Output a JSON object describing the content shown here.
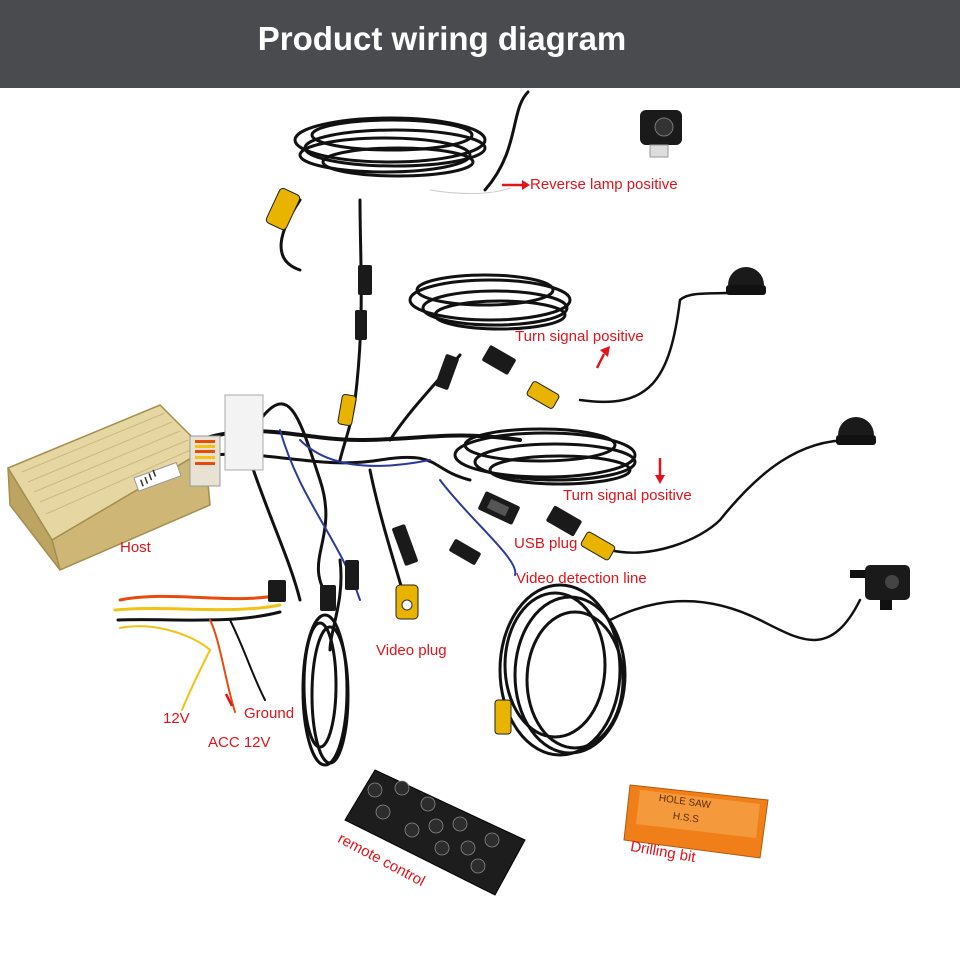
{
  "header": {
    "title": "Product wiring diagram"
  },
  "labels": {
    "reverse_lamp": "Reverse lamp positive",
    "turn_signal_1": "Turn signal positive",
    "turn_signal_2": "Turn signal positive",
    "usb_plug": "USB plug",
    "video_detection": "Video detection line",
    "host": "Host",
    "video_plug": "Video plug",
    "v12": "12V",
    "ground": "Ground",
    "acc": "ACC 12V",
    "remote": "remote control",
    "drill": "Drilling bit",
    "hole_saw": "HOLE  SAW",
    "hss": "H.S.S"
  },
  "colors": {
    "header_bg": "#4a4b4f",
    "label": "#e2131b",
    "host_body": "#d8c58c",
    "connector": "#e8b400",
    "cable": "#111111"
  }
}
